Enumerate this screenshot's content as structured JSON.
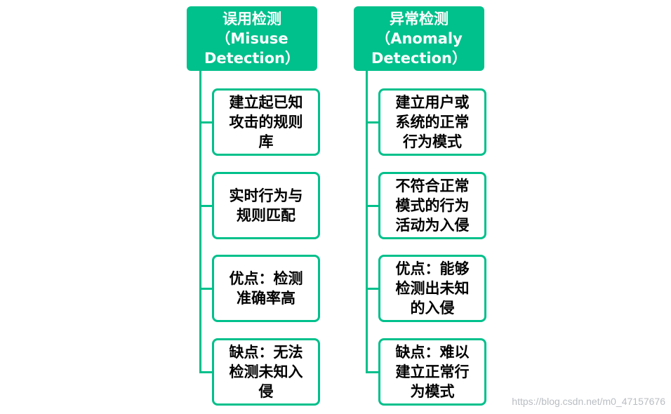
{
  "colors": {
    "accent": "#00c08b",
    "box_border": "#00c08b",
    "box_text": "#000000",
    "header_text": "#ffffff"
  },
  "columns": [
    {
      "title": "误用检测\n（Misuse\nDetection）",
      "items": [
        "建立起已知\n攻击的规则\n库",
        "实时行为与\n规则匹配",
        "优点：检测\n准确率高",
        "缺点：无法\n检测未知入\n侵"
      ]
    },
    {
      "title": "异常检测\n（Anomaly\nDetection）",
      "items": [
        "建立用户或\n系统的正常\n行为模式",
        "不符合正常\n模式的行为\n活动为入侵",
        "优点：能够\n检测出未知\n的入侵",
        "缺点：难以\n建立正常行\n为模式"
      ]
    }
  ],
  "watermark": "https://blog.csdn.net/m0_47157676"
}
